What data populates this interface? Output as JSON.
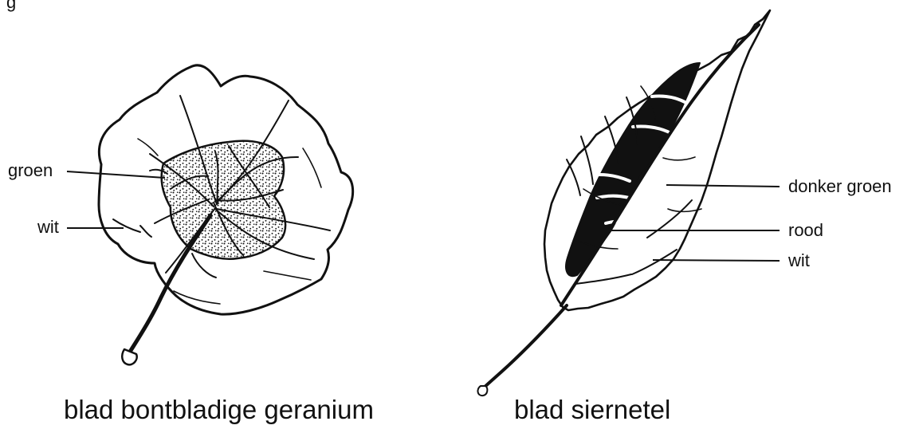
{
  "header_partial_text": "g",
  "left_leaf": {
    "labels": [
      "groen",
      "wit"
    ],
    "caption": "blad bontbladige geranium"
  },
  "right_leaf": {
    "labels": [
      "donker groen",
      "rood",
      "wit"
    ],
    "caption": "blad siernetel"
  },
  "colors": {
    "ink": "#111111",
    "paper": "#ffffff"
  }
}
